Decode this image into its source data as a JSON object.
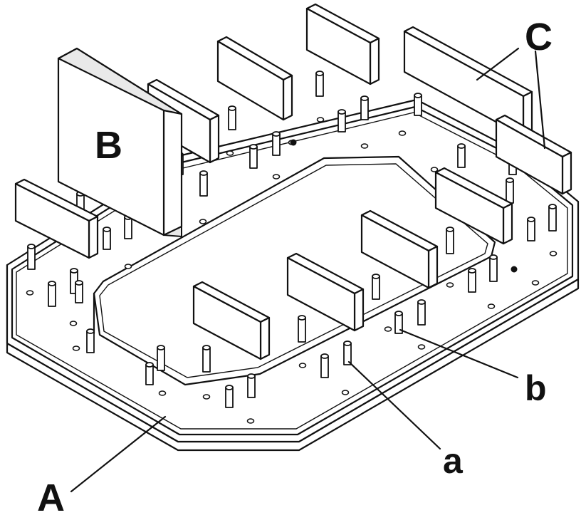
{
  "labels": {
    "A": "A",
    "B": "B",
    "C": "C",
    "a": "a",
    "b": "b"
  },
  "colors": {
    "line": "#111111",
    "background": "#ffffff",
    "shade": "#e9e9e9"
  }
}
